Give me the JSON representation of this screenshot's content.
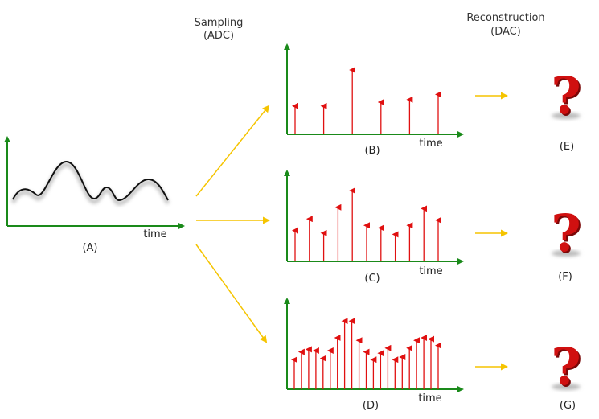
{
  "headers": {
    "sampling": [
      "Sampling",
      "(ADC)"
    ],
    "reconstruction": [
      "Reconstruction",
      "(DAC)"
    ]
  },
  "axis_label": "time",
  "colors": {
    "axis": "#1a8a1a",
    "sample": "#e01010",
    "arrow": "#f5c400",
    "curve": "#111111",
    "question": "#d01010"
  },
  "icons": [
    "question-mark-icon",
    "question-mark-icon",
    "question-mark-icon"
  ],
  "panels": [
    {
      "id": "A",
      "label": "(A)",
      "kind": "analog"
    },
    {
      "id": "B",
      "label": "(B)",
      "kind": "sampled",
      "samples": [
        0.22,
        0.22,
        0.5,
        0.25,
        0.27,
        0.31
      ]
    },
    {
      "id": "C",
      "label": "(C)",
      "kind": "sampled",
      "samples": [
        0.24,
        0.33,
        0.22,
        0.42,
        0.55,
        0.28,
        0.26,
        0.21,
        0.28,
        0.41,
        0.32
      ]
    },
    {
      "id": "D",
      "label": "(D)",
      "kind": "sampled",
      "samples": [
        0.23,
        0.29,
        0.31,
        0.3,
        0.24,
        0.3,
        0.4,
        0.53,
        0.53,
        0.38,
        0.29,
        0.23,
        0.28,
        0.32,
        0.23,
        0.25,
        0.32,
        0.38,
        0.4,
        0.39,
        0.34
      ]
    },
    {
      "id": "E",
      "label": "(E)",
      "kind": "unknown"
    },
    {
      "id": "F",
      "label": "(F)",
      "kind": "unknown"
    },
    {
      "id": "G",
      "label": "(G)",
      "kind": "unknown"
    }
  ]
}
